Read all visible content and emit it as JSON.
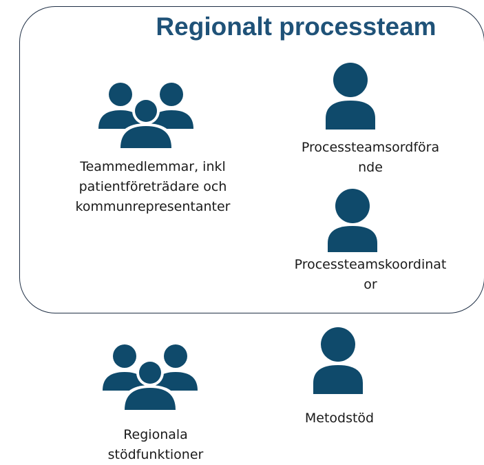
{
  "title": "Regionalt processteam",
  "colors": {
    "icon": "#0f4a6b",
    "title": "#1f5278",
    "frame": "#1f2f45"
  },
  "roles": {
    "team_members": {
      "icon": "group-icon",
      "lines": [
        "Teammedlemmar, inkl",
        "patientföreträdare och",
        "kommunrepresentanter"
      ]
    },
    "chair": {
      "icon": "person-icon",
      "lines": [
        "Processteamsordföra",
        "nde"
      ]
    },
    "coordinator": {
      "icon": "person-icon",
      "lines": [
        "Processteamskoordinat",
        "or"
      ]
    },
    "support": {
      "icon": "group-icon",
      "lines": [
        "Regionala",
        "stödfunktioner"
      ]
    },
    "method": {
      "icon": "person-icon",
      "lines": [
        "Metodstöd"
      ]
    }
  }
}
